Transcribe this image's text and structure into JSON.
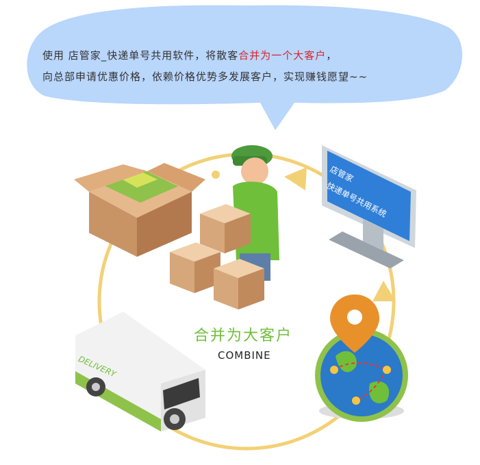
{
  "bubble": {
    "line1_before": "使用 店管家_快递单号共用软件，将散客",
    "line1_highlight": "合并为一个大客户",
    "line1_after": "，",
    "line2": "向总部申请优惠价格，依赖价格优势多发展客户，实现赚钱愿望~~"
  },
  "center": {
    "title_cn": "合并为大客户",
    "title_en": "COMBINE"
  },
  "monitor": {
    "line1": "店管家",
    "line2": "快递单号共用系统"
  },
  "van": {
    "label": "DELIVERY"
  },
  "colors": {
    "bubble": "#b9d6fb",
    "highlight": "#d9242a",
    "accent_green": "#6fbf3a",
    "arrow": "#f2d176",
    "pin": "#e8912a"
  }
}
